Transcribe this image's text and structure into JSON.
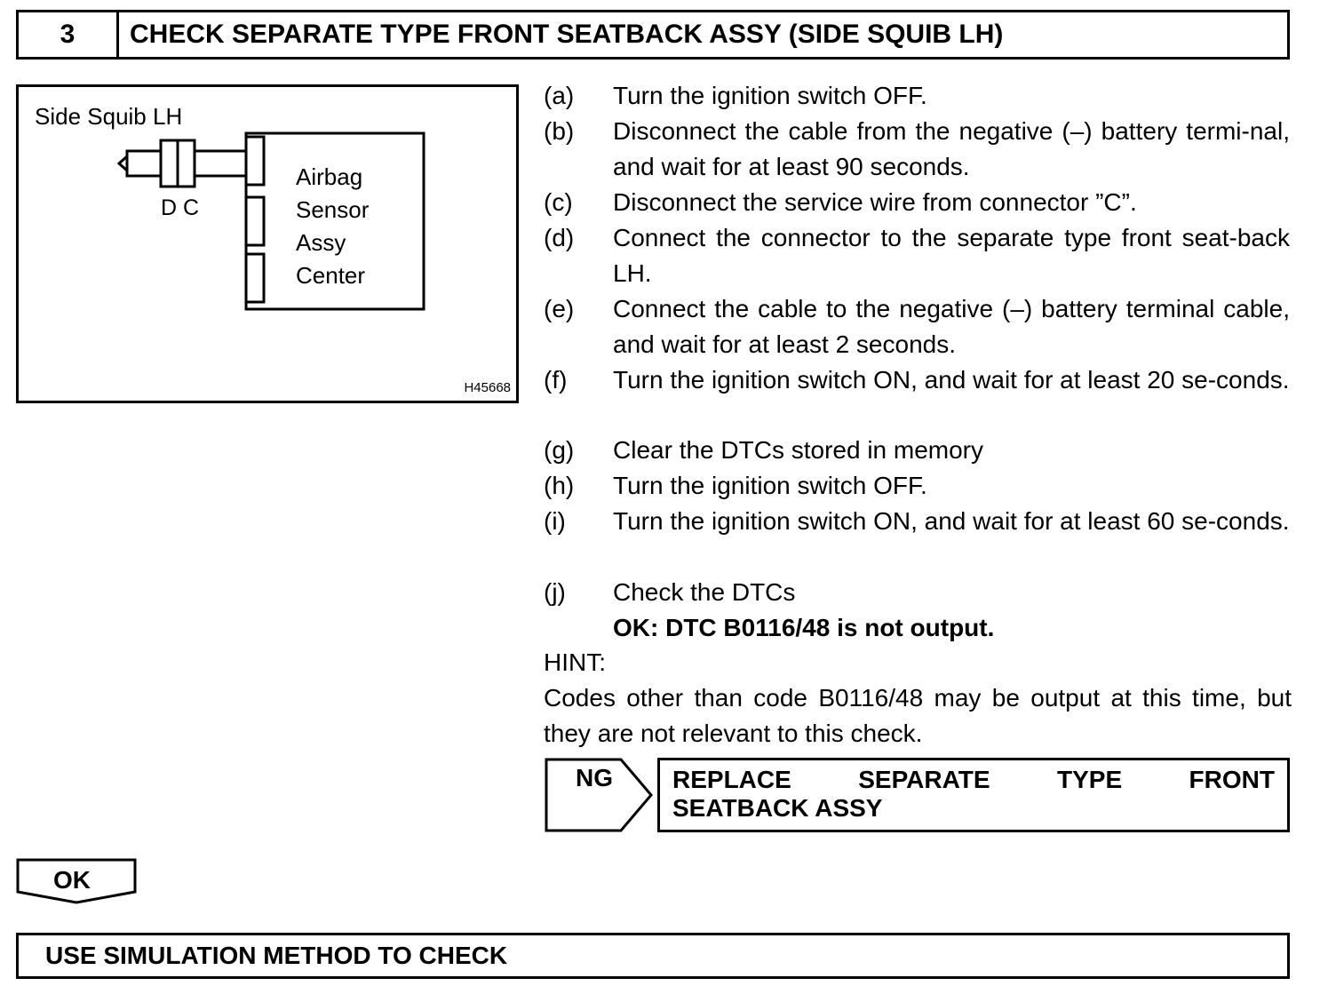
{
  "header": {
    "step_number": "3",
    "title": "CHECK SEPARATE TYPE FRONT SEATBACK ASSY (SIDE SQUIB LH)"
  },
  "figure": {
    "label_squib": "Side Squib LH",
    "connector_labels": "D C",
    "ecu_line1": "Airbag",
    "ecu_line2": "Sensor",
    "ecu_line3": "Assy",
    "ecu_line4": "Center",
    "code": "H45668"
  },
  "steps": [
    {
      "letter": "(a)",
      "text": "Turn the ignition switch OFF."
    },
    {
      "letter": "(b)",
      "text": "Disconnect the cable from the negative (–) battery termi-nal, and wait for at least 90 seconds."
    },
    {
      "letter": "(c)",
      "text": "Disconnect the service wire from connector ”C”."
    },
    {
      "letter": "(d)",
      "text": "Connect the connector to the separate type front seat-back LH."
    },
    {
      "letter": "(e)",
      "text": "Connect the cable to the negative (–) battery terminal cable, and wait for at least 2 seconds."
    },
    {
      "letter": "(f)",
      "text": "Turn the ignition switch ON, and wait for at least 20 se-conds."
    },
    {
      "letter": "(g)",
      "text": "Clear the DTCs stored in memory"
    },
    {
      "letter": "(h)",
      "text": "Turn the ignition switch OFF."
    },
    {
      "letter": "(i)",
      "text": "Turn the ignition switch ON, and wait for at least 60 se-conds."
    },
    {
      "letter": "(j)",
      "text": "Check the DTCs"
    }
  ],
  "ok_criterion": "OK: DTC B0116/48 is not output.",
  "hint": {
    "label": "HINT:",
    "text": "Codes other than code B0116/48 may be output at this time, but they are not relevant to this check."
  },
  "ng_result": {
    "label": "NG",
    "action_line1": "REPLACE SEPARATE TYPE FRONT",
    "action_line2": "SEATBACK ASSY"
  },
  "ok_result": {
    "label": "OK"
  },
  "next_step": "USE SIMULATION METHOD TO CHECK"
}
